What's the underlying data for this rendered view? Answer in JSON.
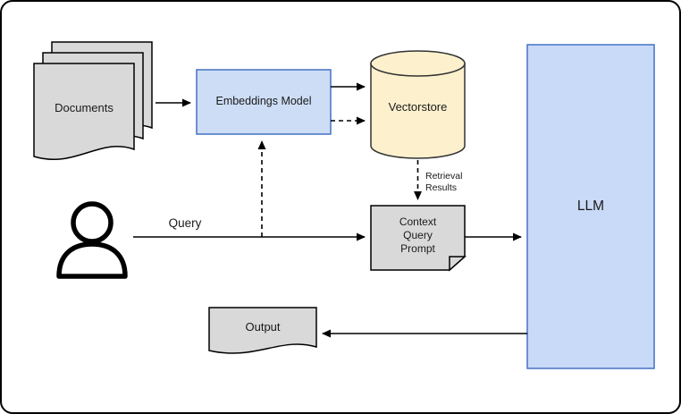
{
  "nodes": {
    "documents": {
      "label": "Documents",
      "fill": "#d9d9d9",
      "border": "#000000"
    },
    "embeddings_model": {
      "label": "Embeddings Model",
      "fill": "#cdddf5",
      "border": "#4472c4"
    },
    "vectorstore": {
      "label": "Vectorstore",
      "fill": "#fdf0cd",
      "border": "#333333"
    },
    "context_query_prompt": {
      "label": "Context Query Prompt",
      "fill": "#d9d9d9",
      "border": "#000000"
    },
    "llm": {
      "label": "LLM",
      "fill": "#c9daf8",
      "border": "#4472c4"
    },
    "output": {
      "label": "Output",
      "fill": "#d9d9d9",
      "border": "#000000"
    },
    "user": {
      "icon": "person-icon",
      "color": "#000000"
    }
  },
  "edge_labels": {
    "query": "Query",
    "retrieval_results": "Retrieval Results"
  },
  "edge_color": "#000000"
}
